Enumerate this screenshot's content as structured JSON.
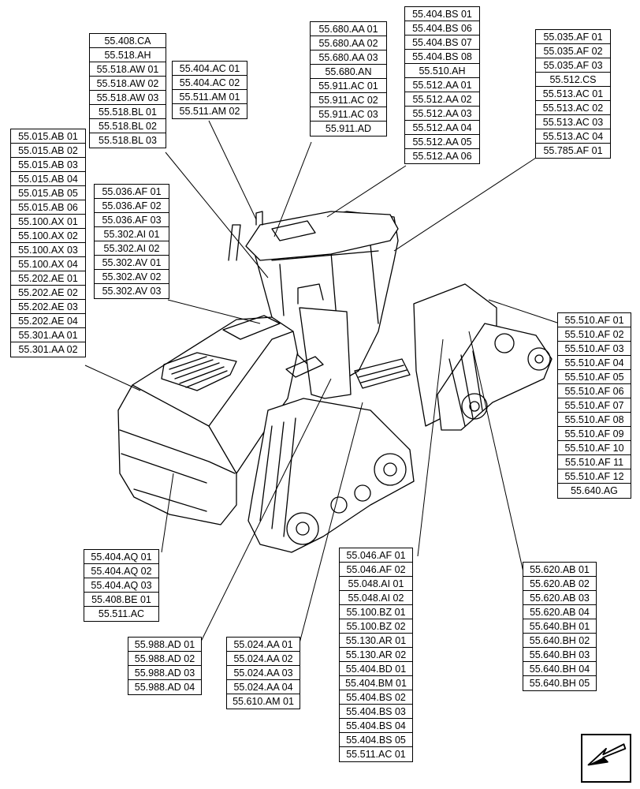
{
  "callouts": [
    {
      "id": "cab-light",
      "codes": [
        "55.408.CA",
        "55.518.AH",
        "55.518.AW 01",
        "55.518.AW 02",
        "55.518.AW 03",
        "55.518.BL 01",
        "55.518.BL 02",
        "55.518.BL 03"
      ]
    },
    {
      "id": "roof-antenna",
      "codes": [
        "55.404.AC 01",
        "55.404.AC 02",
        "55.511.AM 01",
        "55.511.AM 02"
      ]
    },
    {
      "id": "roof",
      "codes": [
        "55.680.AA 01",
        "55.680.AA 02",
        "55.680.AA 03",
        "55.680.AN",
        "55.911.AC 01",
        "55.911.AC 02",
        "55.911.AC 03",
        "55.911.AD"
      ]
    },
    {
      "id": "cab-roof-rear",
      "codes": [
        "55.404.BS 01",
        "55.404.BS 06",
        "55.404.BS 07",
        "55.404.BS 08",
        "55.510.AH",
        "55.512.AA 01",
        "55.512.AA 02",
        "55.512.AA 03",
        "55.512.AA 04",
        "55.512.AA 05",
        "55.512.AA 06"
      ]
    },
    {
      "id": "cab-rear",
      "codes": [
        "55.035.AF 01",
        "55.035.AF 02",
        "55.035.AF 03",
        "55.512.CS",
        "55.513.AC 01",
        "55.513.AC 02",
        "55.513.AC 03",
        "55.513.AC 04",
        "55.785.AF 01"
      ]
    },
    {
      "id": "hood-left",
      "codes": [
        "55.015.AB 01",
        "55.015.AB 02",
        "55.015.AB 03",
        "55.015.AB 04",
        "55.015.AB 05",
        "55.015.AB 06",
        "55.100.AX 01",
        "55.100.AX 02",
        "55.100.AX 03",
        "55.100.AX 04",
        "55.202.AE 01",
        "55.202.AE 02",
        "55.202.AE 03",
        "55.202.AE 04",
        "55.301.AA 01",
        "55.301.AA 02"
      ]
    },
    {
      "id": "hood-top",
      "codes": [
        "55.036.AF 01",
        "55.036.AF 02",
        "55.036.AF 03",
        "55.302.AI 01",
        "55.302.AI 02",
        "55.302.AV 01",
        "55.302.AV 02",
        "55.302.AV 03"
      ]
    },
    {
      "id": "rear-fender",
      "codes": [
        "55.510.AF 01",
        "55.510.AF 02",
        "55.510.AF 03",
        "55.510.AF 04",
        "55.510.AF 05",
        "55.510.AF 06",
        "55.510.AF 07",
        "55.510.AF 08",
        "55.510.AF 09",
        "55.510.AF 10",
        "55.510.AF 11",
        "55.510.AF 12",
        "55.640.AG"
      ]
    },
    {
      "id": "front-grille",
      "codes": [
        "55.404.AQ 01",
        "55.404.AQ 02",
        "55.404.AQ 03",
        "55.408.BE 01",
        "55.511.AC"
      ]
    },
    {
      "id": "front-track",
      "codes": [
        "55.988.AD 01",
        "55.988.AD 02",
        "55.988.AD 03",
        "55.988.AD 04"
      ]
    },
    {
      "id": "steps",
      "codes": [
        "55.024.AA 01",
        "55.024.AA 02",
        "55.024.AA 03",
        "55.024.AA 04",
        "55.610.AM 01"
      ]
    },
    {
      "id": "rear-track",
      "codes": [
        "55.046.AF 01",
        "55.046.AF 02",
        "55.048.AI 01",
        "55.048.AI 02",
        "55.100.BZ 01",
        "55.100.BZ 02",
        "55.130.AR 01",
        "55.130.AR 02",
        "55.404.BD 01",
        "55.404.BM 01",
        "55.404.BS 02",
        "55.404.BS 03",
        "55.404.BS 04",
        "55.404.BS 05",
        "55.511.AC 01"
      ]
    },
    {
      "id": "fender-right",
      "codes": [
        "55.620.AB 01",
        "55.620.AB 02",
        "55.620.AB 03",
        "55.620.AB 04",
        "55.640.BH 01",
        "55.640.BH 02",
        "55.640.BH 03",
        "55.640.BH 04",
        "55.640.BH 05"
      ]
    }
  ]
}
